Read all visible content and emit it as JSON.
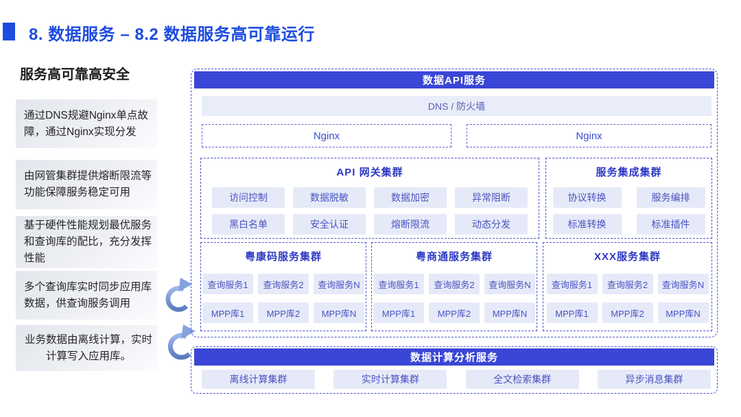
{
  "slide": {
    "title": "8. 数据服务 – 8.2 数据服务高可靠运行"
  },
  "sidebar": {
    "heading": "服务高可靠高安全",
    "notes": [
      "通过DNS规避Nginx单点故障，通过Nginx实现分发",
      "由网管集群提供熔断限流等功能保障服务稳定可用",
      "基于硬件性能规划最优服务和查询库的配比，充分发挥性能",
      "多个查询库实时同步应用库数据，供查询服务调用",
      "业务数据由离线计算，实时计算写入应用库。"
    ]
  },
  "diagram": {
    "api_service": {
      "header": "数据API服务",
      "dns_bar": "DNS / 防火墙",
      "nginx": [
        "Nginx",
        "Nginx"
      ],
      "gateway": {
        "title": "API 网关集群",
        "items": [
          "访问控制",
          "数据脱敏",
          "数据加密",
          "异常阻断",
          "黑白名单",
          "安全认证",
          "熔断限流",
          "动态分发"
        ]
      },
      "integration": {
        "title": "服务集成集群",
        "items": [
          "协议转换",
          "服务编排",
          "标准转换",
          "标准插件"
        ]
      },
      "clusters": [
        {
          "title": "粤康码服务集群",
          "services": [
            "查询服务1",
            "查询服务2",
            "查询服务N"
          ],
          "dbs": [
            "MPP库1",
            "MPP库2",
            "MPP库N"
          ]
        },
        {
          "title": "粤商通服务集群",
          "services": [
            "查询服务1",
            "查询服务2",
            "查询服务N"
          ],
          "dbs": [
            "MPP库1",
            "MPP库2",
            "MPP库N"
          ]
        },
        {
          "title": "XXX服务集群",
          "services": [
            "查询服务1",
            "查询服务2",
            "查询服务N"
          ],
          "dbs": [
            "MPP库1",
            "MPP库2",
            "MPP库N"
          ]
        }
      ]
    },
    "compute_service": {
      "header": "数据计算分析服务",
      "items": [
        "离线计算集群",
        "实时计算集群",
        "全文检索集群",
        "异步消息集群"
      ]
    }
  },
  "colors": {
    "accent_blue": "#1d4ce0",
    "header_bar": "#3a46d6",
    "dashed_border": "#4853cf",
    "pill_bg": "#e6eaf8",
    "pill_text": "#4953c0",
    "note_bg": "#e3e6ec",
    "arrow_blue": "#6d8bcd"
  }
}
